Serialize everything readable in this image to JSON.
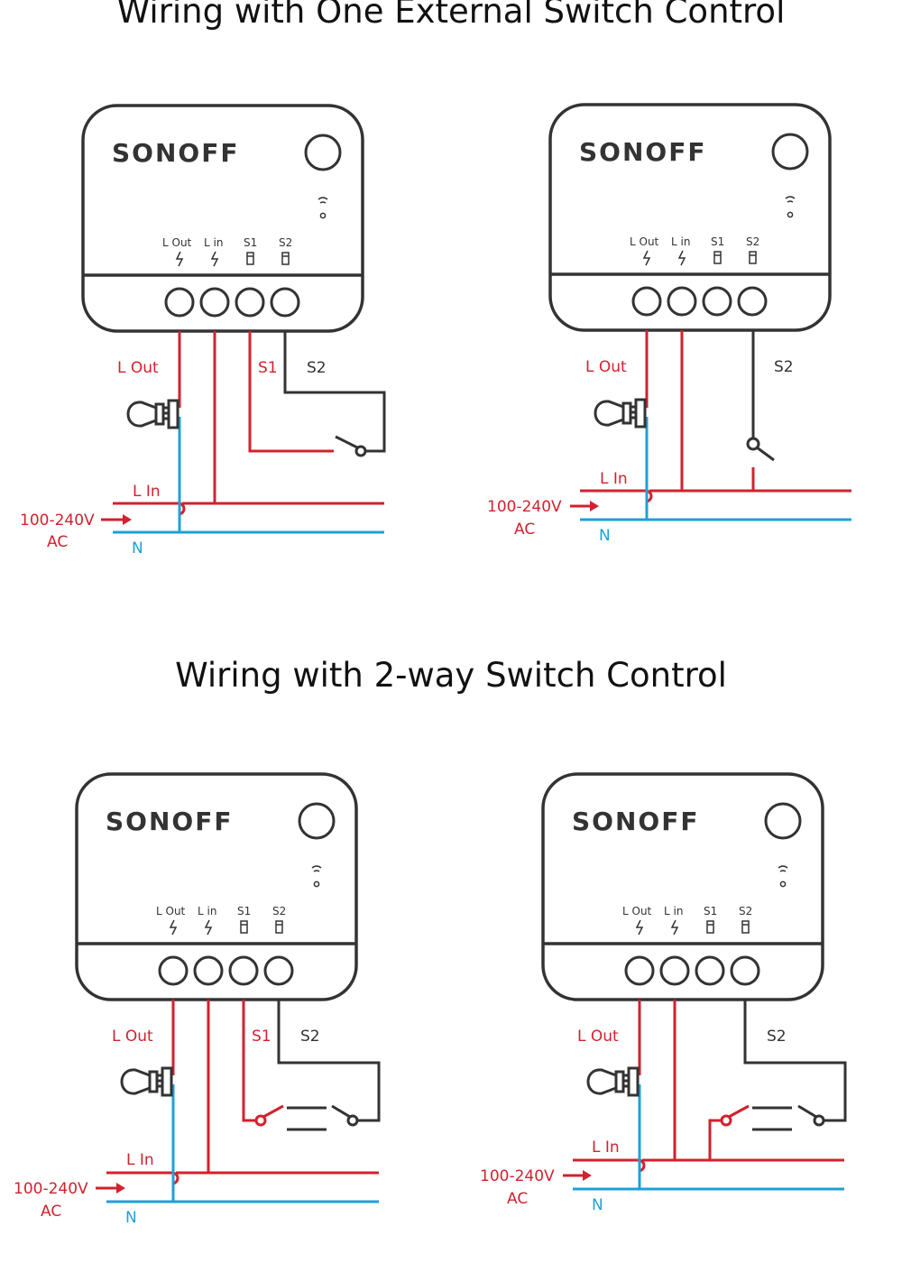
{
  "sections": [
    {
      "title": "Wiring with One External Switch Control"
    },
    {
      "title": "Wiring with 2-way Switch Control"
    }
  ],
  "device": {
    "brand": "SONOFF",
    "terminals": [
      "L Out",
      "L in",
      "S1",
      "S2"
    ]
  },
  "wire_labels": {
    "l_out": "L Out",
    "l_in": "L In",
    "s1": "S1",
    "s2": "S2",
    "n": "N",
    "voltage": "100-240V",
    "ac": "AC"
  },
  "colors": {
    "live": "#d1222e",
    "neutral": "#1fa0d8",
    "switch": "#333333",
    "device_outline": "#333333"
  },
  "diagrams": [
    {
      "section": 1,
      "position": "left",
      "variant": "s1-s2-external-switch"
    },
    {
      "section": 1,
      "position": "right",
      "variant": "s2-switch-to-live"
    },
    {
      "section": 2,
      "position": "left",
      "variant": "2-way-s1-s2"
    },
    {
      "section": 2,
      "position": "right",
      "variant": "2-way-s2-live"
    }
  ]
}
